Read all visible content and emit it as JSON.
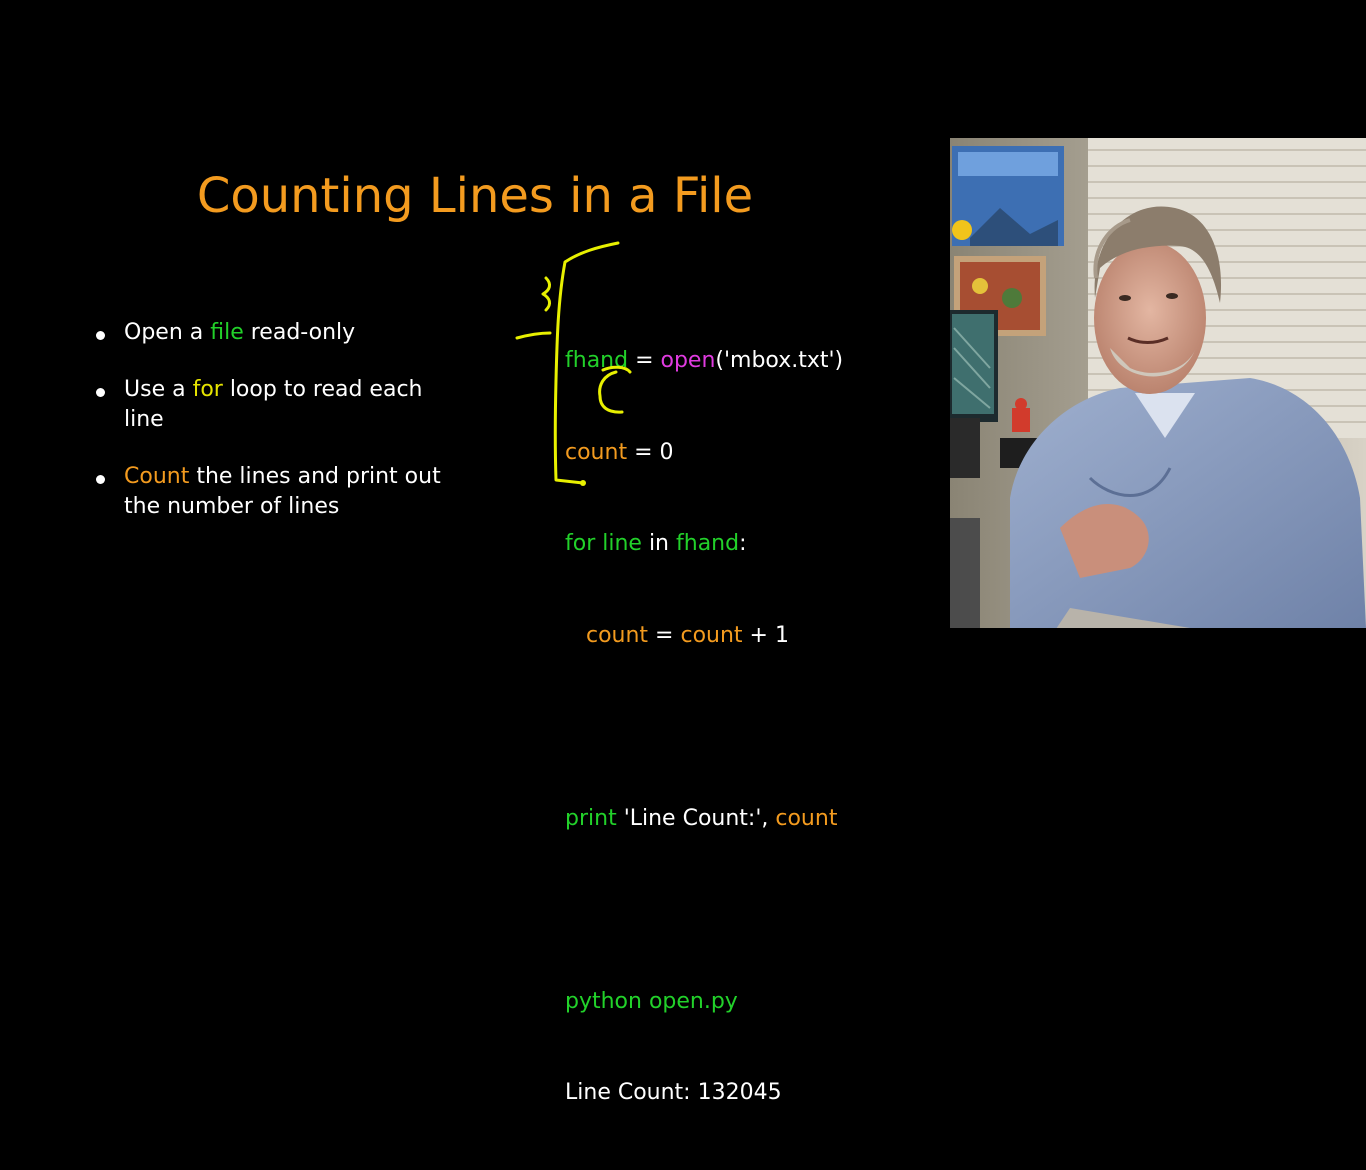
{
  "slide": {
    "title": "Counting Lines in a File",
    "bullets": [
      {
        "before": "Open a ",
        "highlight": "file",
        "after": " read-only",
        "highlight_color": "green"
      },
      {
        "before": "Use a ",
        "highlight": "for",
        "after": " loop to read each line",
        "highlight_color": "yellow"
      },
      {
        "before": "",
        "highlight": "Count",
        "after": " the lines and print out the number of lines",
        "highlight_color": "orange"
      }
    ],
    "code": {
      "line1": {
        "var": "fhand",
        "eq": " = ",
        "func": "open",
        "args": "('mbox.txt')"
      },
      "line2": {
        "var": "count",
        "rest": " = 0"
      },
      "line3": {
        "kw_for": "for",
        "var_line": "line",
        "kw_in": " in ",
        "var_fhand": "fhand",
        "colon": ":"
      },
      "line4": {
        "indent": "   ",
        "var1": "count",
        "eq": " = ",
        "var2": "count",
        "rest": " + 1"
      },
      "line5": {
        "kw_print": "print",
        "str": " 'Line Count:', ",
        "var": "count"
      }
    },
    "output": {
      "command": "python open.py",
      "result": "Line Count: 132045"
    }
  },
  "colors": {
    "title": "#f39b1f",
    "green": "#22d12a",
    "orange": "#f39b1f",
    "magenta": "#e03be0",
    "yellow": "#e6e400",
    "annotation": "#e8f000"
  },
  "video": {
    "description": "presenter-webcam-feed"
  }
}
